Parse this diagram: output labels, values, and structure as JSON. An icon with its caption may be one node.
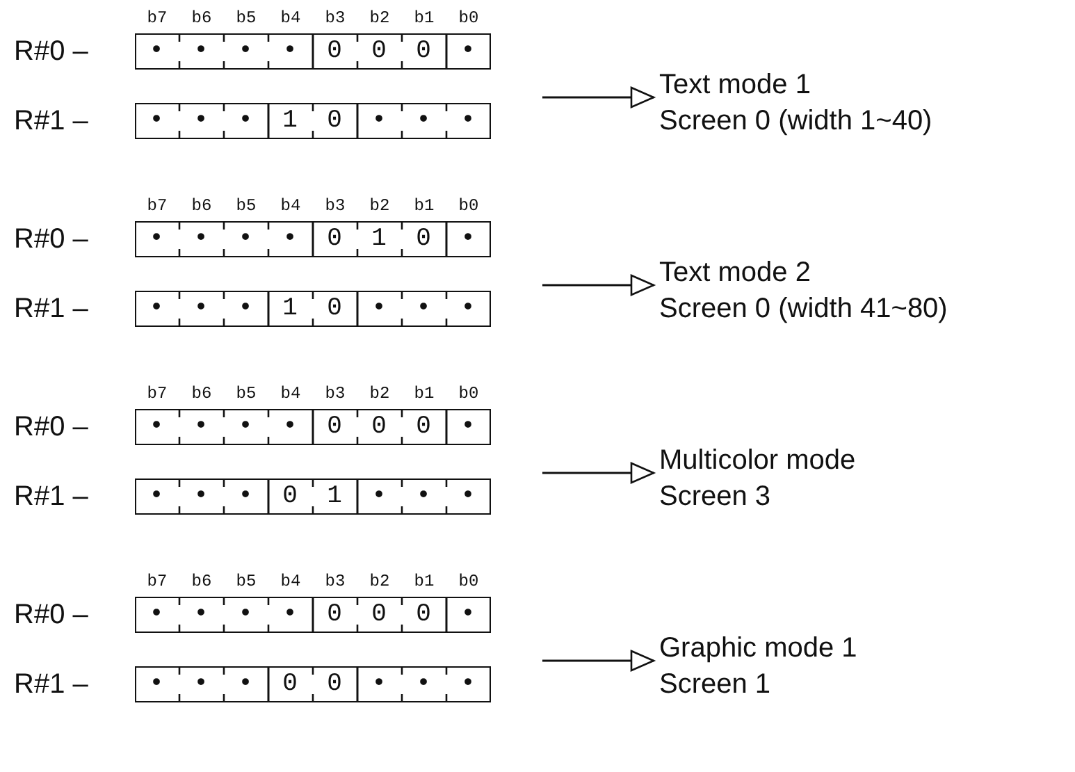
{
  "diagram": {
    "nodes": [
      {
        "text": [
          "• • • •",
          "0 0 0",
          "•"
        ],
        "beside": [
          "R#0 –"
        ]
      },
      {
        "text": [
          "• • •",
          "1 0",
          "• • •"
        ],
        "beside": [
          "R#1 –"
        ]
      },
      {
        "text": [
          "Text mode 1",
          "Screen 0 (width 1~40)"
        ]
      },
      {
        "text": [
          "• • • •",
          "0 1 0",
          "•"
        ],
        "beside": [
          "R#0 –"
        ]
      },
      {
        "text": [
          "• • •",
          "1 0",
          "• • •"
        ],
        "beside": [
          "R#1 –"
        ]
      },
      {
        "text": [
          "Text mode 2",
          "Screen 0 (width 41~80)"
        ]
      },
      {
        "text": [
          "• • • •",
          "0 0 0",
          "•"
        ],
        "beside": [
          "R#0 –"
        ]
      },
      {
        "text": [
          "• • •",
          "0 1",
          "• • •"
        ],
        "beside": [
          "R#1 –"
        ]
      },
      {
        "text": [
          "Multicolor mode",
          "Screen 3"
        ]
      },
      {
        "text": [
          "• • • •",
          "0 0 0",
          "•"
        ],
        "beside": [
          "R#0 –"
        ]
      },
      {
        "text": [
          "• • •",
          "0 0",
          "• • •"
        ],
        "beside": [
          "R#1 –"
        ]
      },
      {
        "text": [
          "Graphic mode 1",
          "Screen 1"
        ]
      }
    ],
    "edges": [
      {
        "from": null,
        "to": 2,
        "arrow": "to"
      },
      {
        "from": null,
        "to": 5,
        "arrow": "to"
      },
      {
        "from": null,
        "to": 8,
        "arrow": "to"
      },
      {
        "from": null,
        "to": 11,
        "arrow": "to"
      }
    ],
    "labels": [
      "b7",
      "b6",
      "b5",
      "b4",
      "b3",
      "b2",
      "b1",
      "b0",
      "b7",
      "b6",
      "b5",
      "b4",
      "b3",
      "b2",
      "b1",
      "b0",
      "b7",
      "b6",
      "b5",
      "b4",
      "b3",
      "b2",
      "b1",
      "b0",
      "b7",
      "b6",
      "b5",
      "b4",
      "b3",
      "b2",
      "b1",
      "b0"
    ]
  }
}
